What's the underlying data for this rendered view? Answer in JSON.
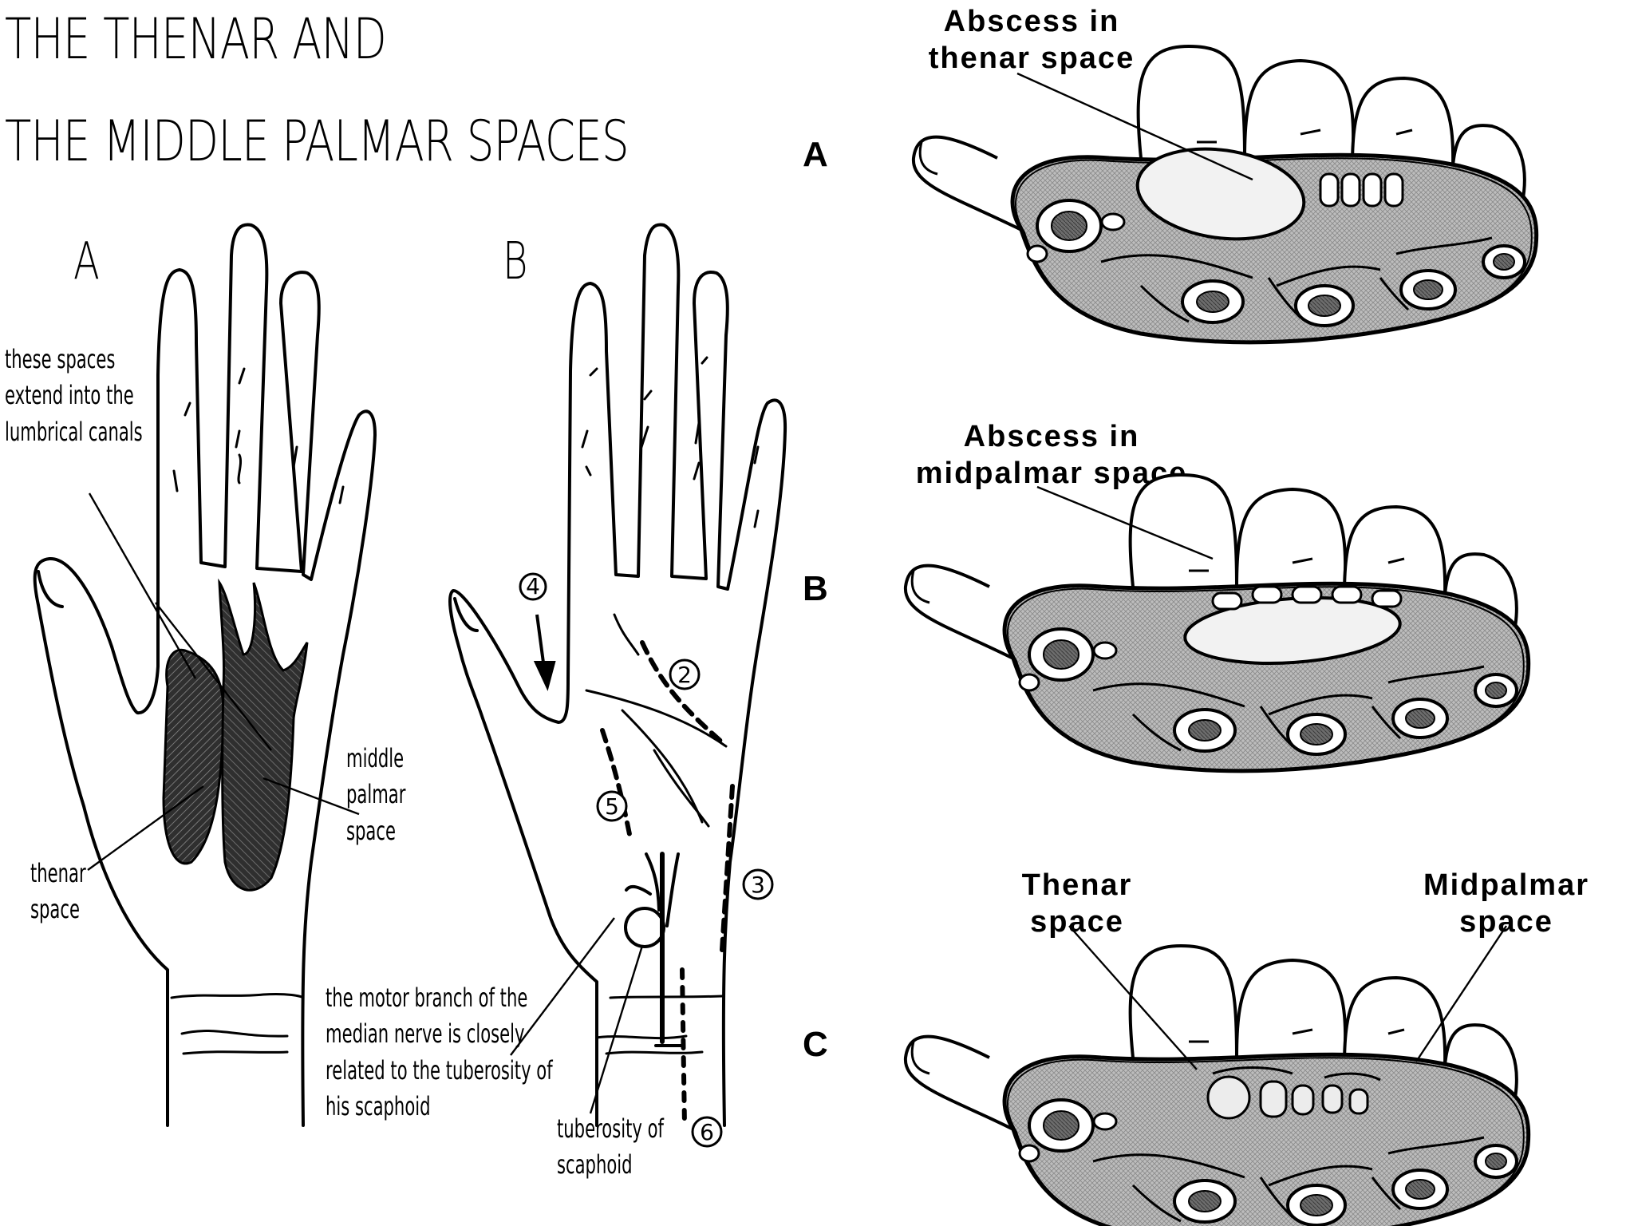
{
  "title": {
    "line1": "THE THENAR AND",
    "line2": "THE MIDDLE PALMAR SPACES"
  },
  "left_figure": {
    "panel_a": "A",
    "panel_b": "B",
    "labels": {
      "lumbrical": [
        "these spaces",
        "extend into the",
        "lumbrical canals"
      ],
      "middle_palmar": [
        "middle",
        "palmar",
        "space"
      ],
      "thenar": [
        "thenar",
        "space"
      ],
      "motor_branch": [
        "the motor branch of the",
        "median nerve is closely",
        "related to the tuberosity of",
        "his scaphoid"
      ],
      "tuberosity": [
        "tuberosity of",
        "scaphoid"
      ]
    },
    "circled_numbers": [
      "2",
      "3",
      "4",
      "5",
      "6"
    ]
  },
  "right_figure": {
    "rows": [
      {
        "letter": "A",
        "label": [
          "Abscess in",
          "thenar space"
        ]
      },
      {
        "letter": "B",
        "label": [
          "Abscess in",
          "midpalmar space"
        ]
      },
      {
        "letter": "C",
        "labels": [
          [
            "Thenar",
            "space"
          ],
          [
            "Midpalmar",
            "space"
          ]
        ]
      }
    ]
  },
  "icons": {
    "hand_a": "hand-outline-icon",
    "hand_b": "hand-outline-icon",
    "palm_section": "palm-cross-section-icon"
  }
}
